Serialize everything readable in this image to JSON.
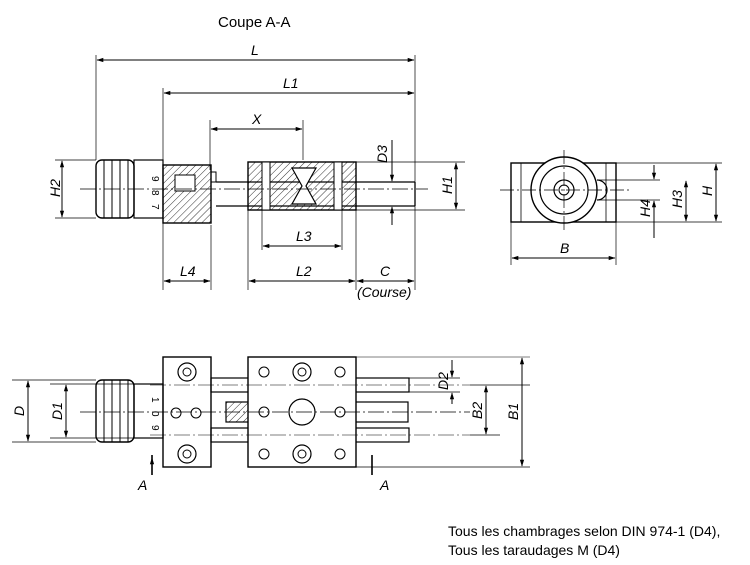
{
  "title": "Coupe A-A",
  "dimensions": {
    "L": "L",
    "L1": "L1",
    "X": "X",
    "D3": "D3",
    "H2": "H2",
    "H1": "H1",
    "L3": "L3",
    "L4": "L4",
    "L2": "L2",
    "C": "C",
    "course": "(Course)",
    "B": "B",
    "H4": "H4",
    "H3": "H3",
    "H": "H",
    "D": "D",
    "D1": "D1",
    "D2": "D2",
    "B2": "B2",
    "B1": "B1"
  },
  "section_marks": [
    "A",
    "A"
  ],
  "scale_top": [
    "9",
    "8",
    "7"
  ],
  "scale_bottom": [
    "1",
    "0",
    "9"
  ],
  "notes": {
    "line1": "Tous les chambrages selon  DIN 974-1 (D4),",
    "line2": "Tous les taraudages M (D4)"
  }
}
